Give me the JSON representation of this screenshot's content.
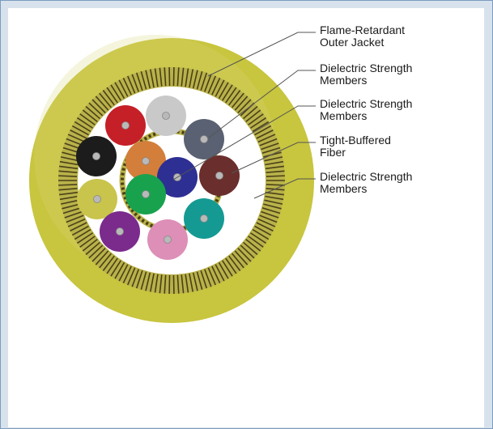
{
  "diagram": {
    "colors": {
      "jacket": "#c8c53f",
      "jacket_light": "#d9d77a",
      "stripe_dark": "#4a4018",
      "stripe_light": "#b9b24a",
      "inner_bg": "#ffffff",
      "leader": "#555555"
    },
    "outer_fibers": [
      {
        "name": "red",
        "color": "#c51f27"
      },
      {
        "name": "white",
        "color": "#c9c9c9"
      },
      {
        "name": "slate",
        "color": "#5a6172"
      },
      {
        "name": "black",
        "color": "#1c1c1c"
      },
      {
        "name": "brown",
        "color": "#6a2e2c"
      },
      {
        "name": "yellow",
        "color": "#c9c44c"
      },
      {
        "name": "aqua",
        "color": "#149a93"
      },
      {
        "name": "violet",
        "color": "#7a2b8c"
      },
      {
        "name": "rose",
        "color": "#dd8fb7"
      }
    ],
    "inner_fibers": [
      {
        "name": "orange",
        "color": "#d37e3b"
      },
      {
        "name": "blue",
        "color": "#2d2f93"
      },
      {
        "name": "green",
        "color": "#18a24e"
      }
    ],
    "callouts": [
      {
        "id": "flame-retardant-outer-jacket",
        "text": "Flame-Retardant\nOuter Jacket"
      },
      {
        "id": "dielectric-strength-members-1",
        "text": "Dielectric Strength\nMembers"
      },
      {
        "id": "dielectric-strength-members-2",
        "text": "Dielectric Strength\nMembers"
      },
      {
        "id": "tight-buffered-fiber",
        "text": "Tight-Buffered\nFiber"
      },
      {
        "id": "dielectric-strength-members-3",
        "text": "Dielectric Strength\nMembers"
      }
    ]
  }
}
